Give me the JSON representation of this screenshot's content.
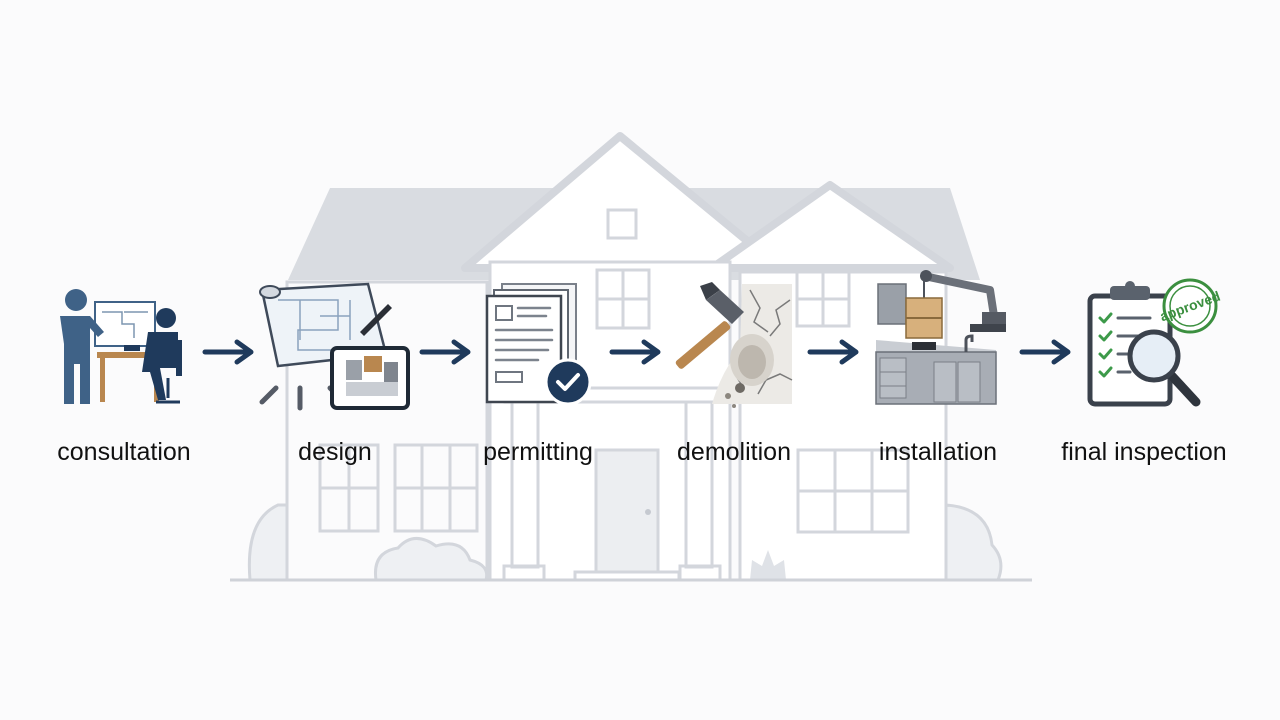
{
  "colors": {
    "navy": "#1f3a5c",
    "steel": "#3f6287",
    "gray_icon": "#8a8f99",
    "house_line": "#d3d6dc",
    "house_roof": "#d9dce1",
    "check_green": "#3d9a4a",
    "stamp_green": "#3b8f3f",
    "wood": "#b9874f"
  },
  "steps": [
    {
      "label": "consultation",
      "icon": "consultation-icon"
    },
    {
      "label": "design",
      "icon": "blueprint-icon"
    },
    {
      "label": "permitting",
      "icon": "permit-document-icon"
    },
    {
      "label": "demolition",
      "icon": "hammer-icon"
    },
    {
      "label": "installation",
      "icon": "kitchen-crane-icon"
    },
    {
      "label": "final inspection",
      "icon": "clipboard-inspection-icon"
    }
  ],
  "stamp_text": "approved",
  "arrow_icon": "arrow-right-icon",
  "background_icon": "house-outline-icon"
}
